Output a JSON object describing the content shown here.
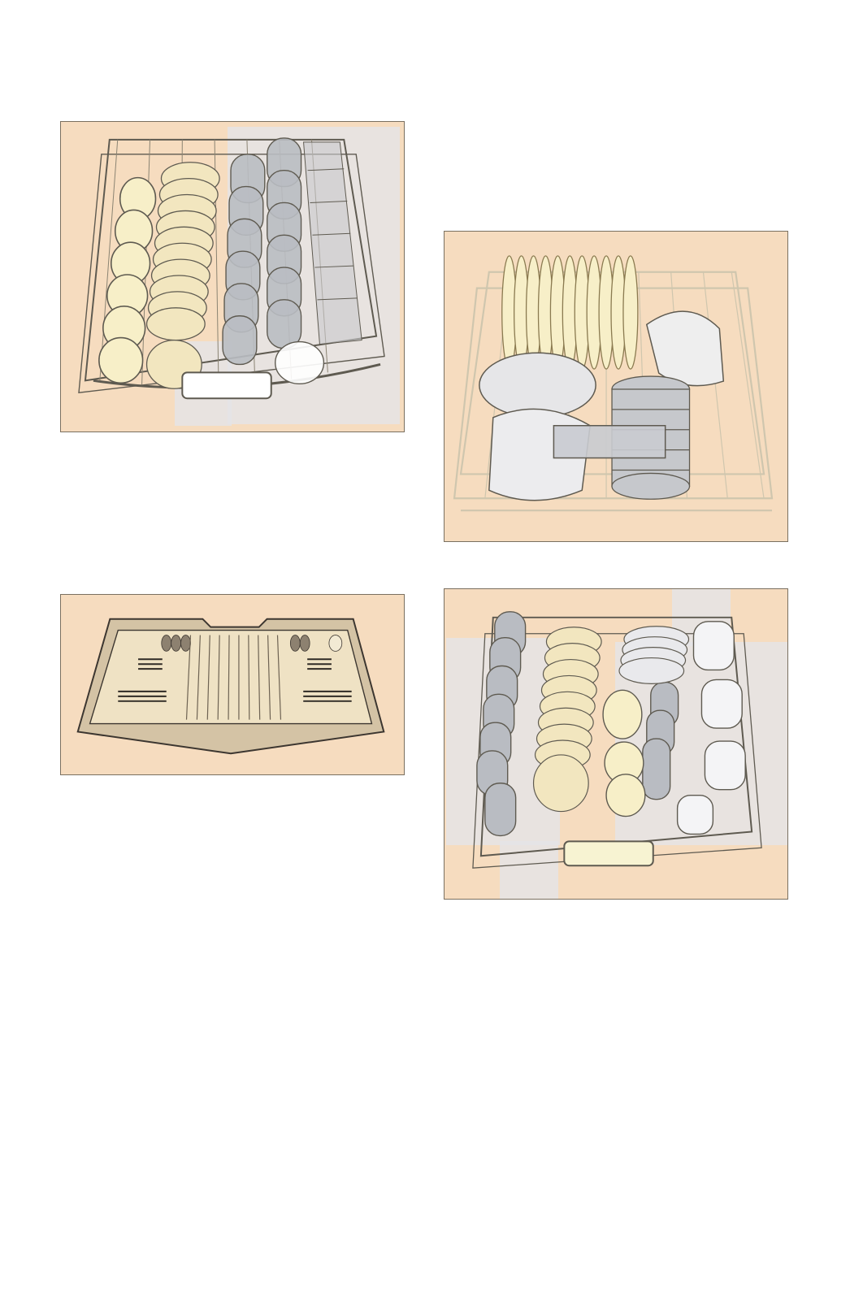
{
  "page": {
    "colors": {
      "background": "#ffffff",
      "panel_beige": "#f6dcbf",
      "highlight_grey": "#e4e4e6",
      "wire": "#5e5a50",
      "wire_light": "#cfc6ae",
      "cream": "#f7efc8",
      "glass": "#b9bcc2",
      "cutlery_tray": "#d4c3a5"
    },
    "panels": [
      {
        "id": "upper-basket-cups-glasses",
        "icons": [
          "cups-icon",
          "plates-icon",
          "glasses-icon",
          "utensil-shelf-icon"
        ]
      },
      {
        "id": "lower-basket-plates-pots",
        "icons": [
          "dinner-plates-icon",
          "bowl-icon",
          "pot-icon",
          "saucepan-icon"
        ]
      },
      {
        "id": "cutlery-drawer",
        "icons": [
          "cutlery-tray-icon",
          "spoons-icon",
          "forks-icon",
          "knives-icon"
        ]
      },
      {
        "id": "upper-basket-mixed",
        "icons": [
          "glasses-icon",
          "saucers-icon",
          "cups-icon",
          "mugs-icon"
        ]
      }
    ]
  }
}
